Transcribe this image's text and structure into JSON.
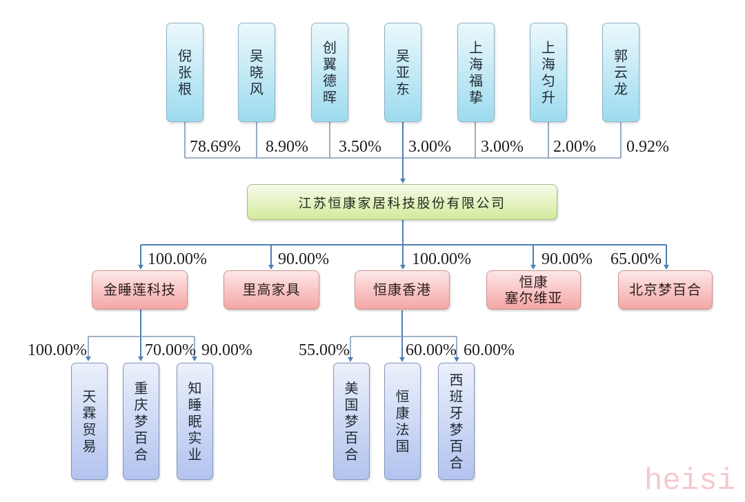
{
  "shareholders": [
    {
      "name": "倪张根",
      "share": "78.69%"
    },
    {
      "name": "吴晓风",
      "share": "8.90%"
    },
    {
      "name": "创翼德晖",
      "share": "3.50%"
    },
    {
      "name": "吴亚东",
      "share": "3.00%"
    },
    {
      "name": "上海福挚",
      "share": "3.00%"
    },
    {
      "name": "上海匀升",
      "share": "2.00%"
    },
    {
      "name": "郭云龙",
      "share": "0.92%"
    }
  ],
  "company": {
    "name": "江苏恒康家居科技股份有限公司"
  },
  "subsidiaries": [
    {
      "name": "金睡莲科技",
      "share": "100.00%",
      "children": [
        {
          "name": "天霖贸易",
          "share": "100.00%"
        },
        {
          "name": "重庆梦百合",
          "share": "70.00%"
        },
        {
          "name": "知睡眠实业",
          "share": "90.00%"
        }
      ]
    },
    {
      "name": "里高家具",
      "share": "90.00%"
    },
    {
      "name": "恒康香港",
      "share": "100.00%",
      "children": [
        {
          "name": "美国梦百合",
          "share": "55.00%"
        },
        {
          "name": "恒康法国",
          "share": "60.00%"
        },
        {
          "name": "西班牙梦百合",
          "share": "60.00%"
        }
      ]
    },
    {
      "name": "恒康\n塞尔维亚",
      "share": "90.00%"
    },
    {
      "name": "北京梦百合",
      "share": "65.00%"
    }
  ],
  "watermark": "heisi",
  "palette": {
    "sh-top": "#ebf8fc",
    "sh-bottom": "#9ddbef",
    "sh-border": "#8db2c3",
    "co-top": "#f7fbea",
    "co-bottom": "#d3ea9c",
    "co-border": "#a9bb8a",
    "sub-top": "#fde7e7",
    "sub-bottom": "#f5a6a6",
    "sub-border": "#c99494",
    "sub2-top": "#ebf0fb",
    "sub2-bottom": "#b3c3ef",
    "sub2-border": "#8396b8",
    "connector": "#4f7fb4",
    "connector-light": "#7f97b4",
    "wm": "#f6c8ce"
  }
}
